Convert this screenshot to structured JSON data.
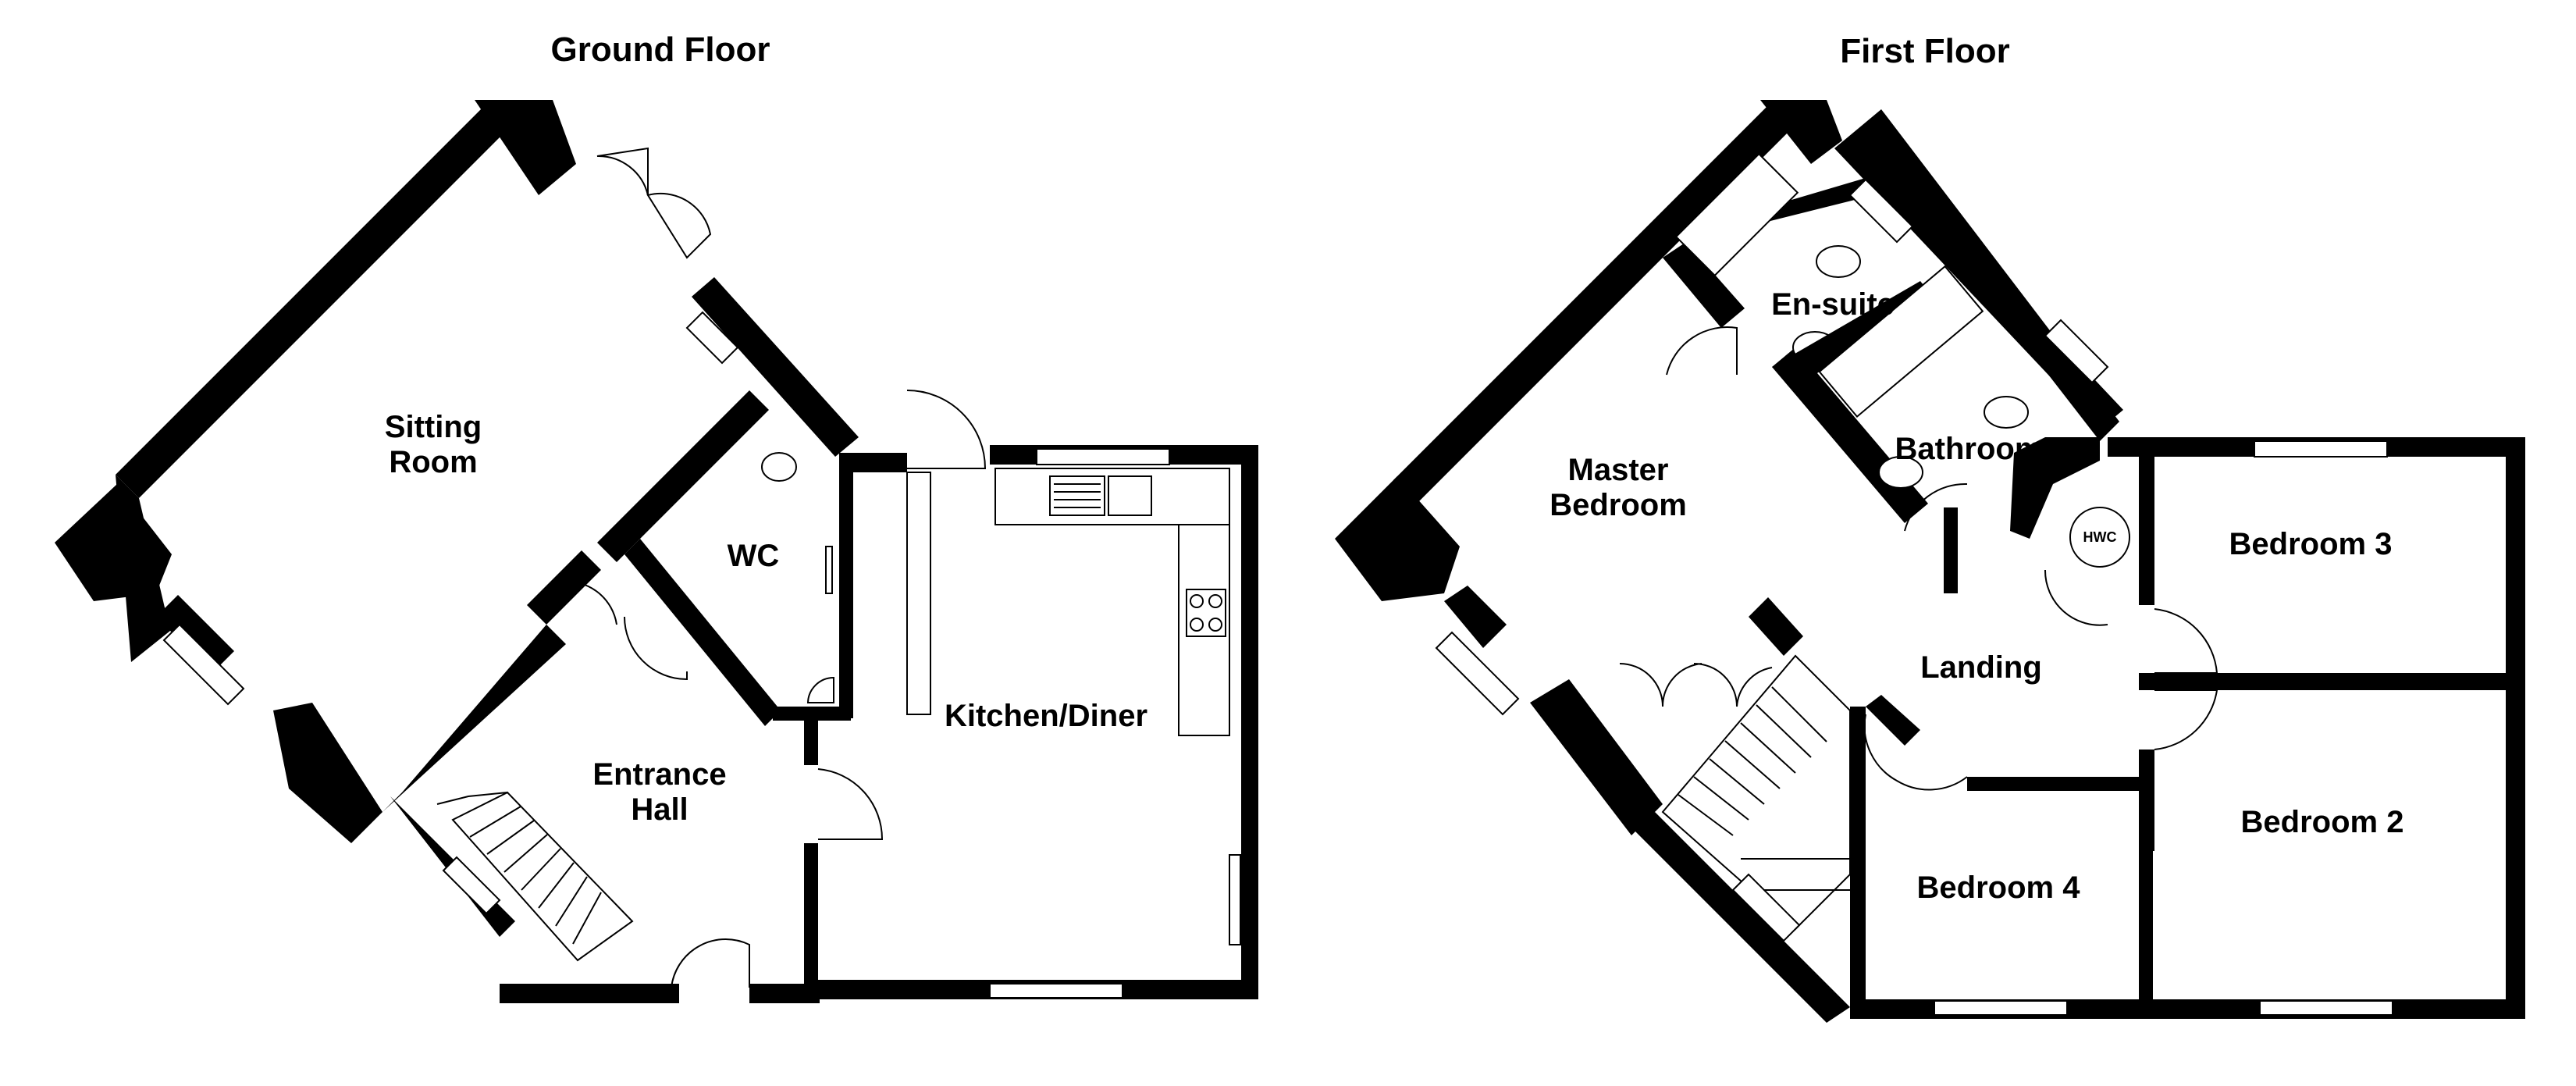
{
  "floors": [
    {
      "title": "Ground Floor",
      "rooms": [
        "Sitting Room",
        "WC",
        "Entrance Hall",
        "Kitchen/Diner"
      ]
    },
    {
      "title": "First Floor",
      "rooms": [
        "En-suite",
        "Master Bedroom",
        "Bathroom",
        "Landing",
        "Bedroom 3",
        "Bedroom 2",
        "Bedroom 4"
      ]
    }
  ],
  "labels": {
    "sitting_room": [
      "Sitting",
      "Room"
    ],
    "wc": "WC",
    "entrance_hall": [
      "Entrance",
      "Hall"
    ],
    "kitchen": "Kitchen/Diner",
    "ensuite": "En-suite",
    "master_bedroom": [
      "Master",
      "Bedroom"
    ],
    "bathroom": "Bathroom",
    "hwc": "HWC",
    "landing": "Landing",
    "bedroom3": "Bedroom 3",
    "bedroom2": "Bedroom 2",
    "bedroom4": "Bedroom 4"
  },
  "colors": {
    "wall": "#000000",
    "background": "#ffffff"
  }
}
